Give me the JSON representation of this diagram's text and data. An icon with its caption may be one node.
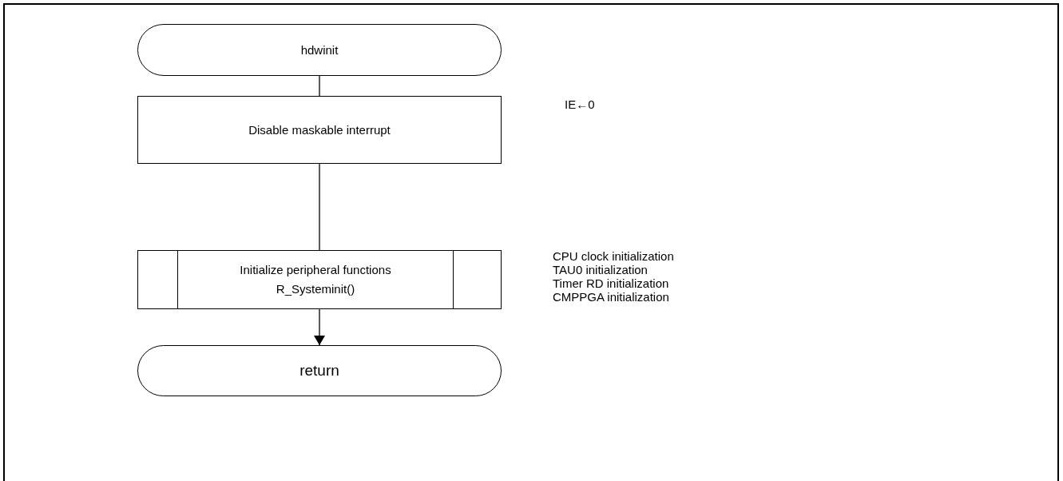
{
  "diagram": {
    "nodes": [
      {
        "text": [
          "hdwinit"
        ]
      },
      {
        "text": [
          "Disable maskable interrupt"
        ]
      },
      {
        "text": [
          "Initialize peripheral functions",
          "R_Systeminit()"
        ]
      },
      {
        "text": [
          "return"
        ]
      }
    ],
    "edges": [
      {
        "from": 0,
        "to": 1,
        "arrow": "none"
      },
      {
        "from": 1,
        "to": 2,
        "arrow": "none"
      },
      {
        "from": 2,
        "to": 3,
        "arrow": "to"
      }
    ],
    "labels": [
      "IE←0",
      "CPU clock initialization",
      "TAU0 initialization",
      "Timer RD initialization",
      "CMPPGA initialization"
    ]
  }
}
